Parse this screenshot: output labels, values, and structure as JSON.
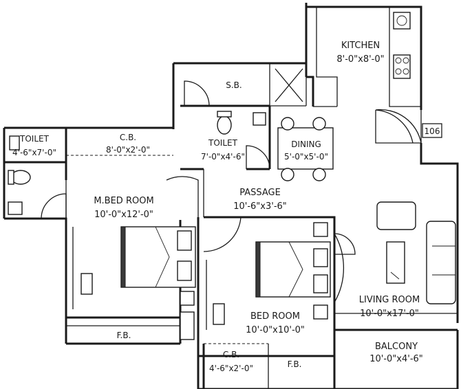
{
  "rooms": {
    "kitchen": {
      "name": "KITCHEN",
      "size": "8'-0\"x8'-0\""
    },
    "sb": {
      "name": "S.B."
    },
    "toilet_left": {
      "name": "TOILET",
      "size": "4'-6\"x7'-0\""
    },
    "cb_top": {
      "name": "C.B.",
      "size": "8'-0\"x2'-0\""
    },
    "toilet_mid": {
      "name": "TOILET",
      "size": "7'-0\"x4'-6\""
    },
    "dining": {
      "name": "DINING",
      "size": "5'-0\"x5'-0\""
    },
    "passage": {
      "name": "PASSAGE",
      "size": "10'-6\"x3'-6\""
    },
    "master_bed": {
      "name": "M.BED ROOM",
      "size": "10'-0\"x12'-0\""
    },
    "bed": {
      "name": "BED ROOM",
      "size": "10'-0\"x10'-0\""
    },
    "living": {
      "name": "LIVING ROOM",
      "size": "10'-0\"x17'-0\""
    },
    "balcony": {
      "name": "BALCONY",
      "size": "10'-0\"x4'-6\""
    },
    "fb_left": {
      "name": "F.B."
    },
    "fb_bottom": {
      "name": "F.B."
    },
    "cb_bottom": {
      "name": "C.B.",
      "size": "4'-6\"x2'-0\""
    }
  },
  "unit_number": "106"
}
